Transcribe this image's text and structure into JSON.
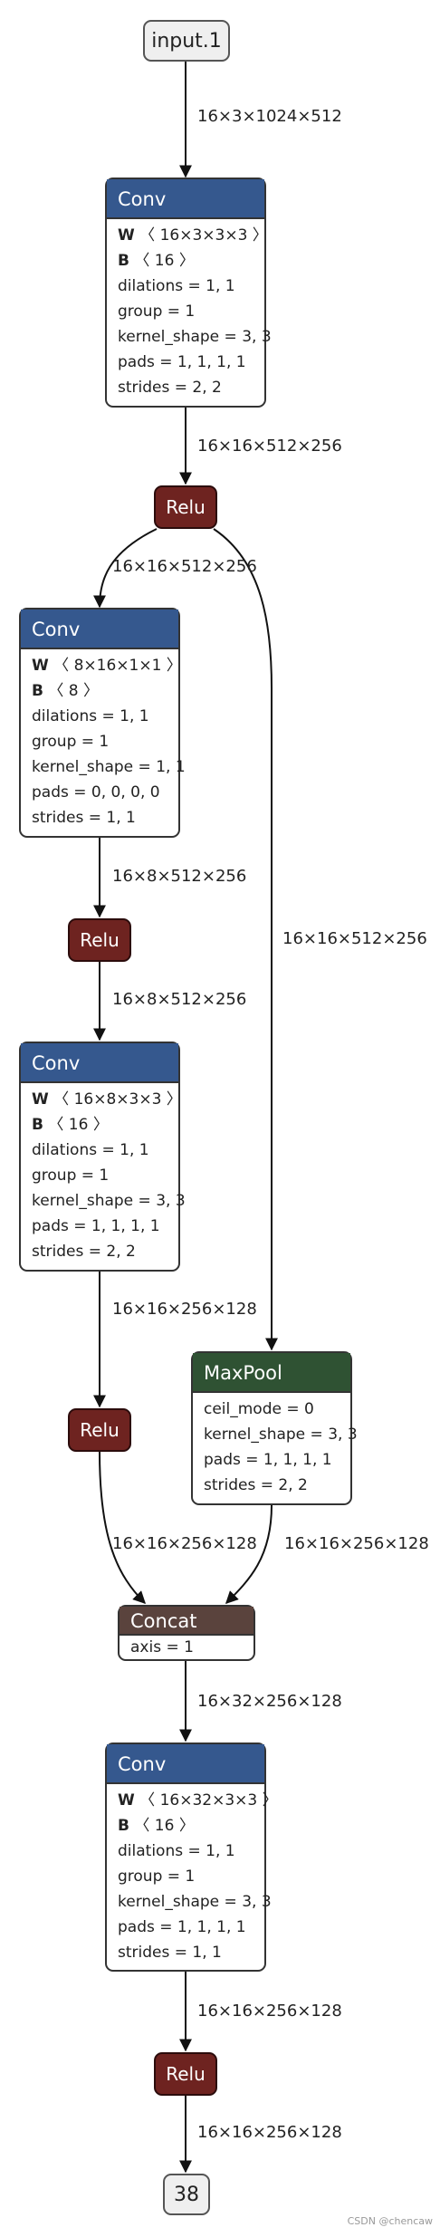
{
  "colors": {
    "conv_header": "#35588e",
    "relu": "#6e2320",
    "maxpool_header": "#2f5233",
    "concat_header": "#5a433d",
    "io_fill": "#efefef",
    "edge": "#111111"
  },
  "nodes": {
    "input": {
      "label": "input.1"
    },
    "conv1": {
      "title": "Conv",
      "w_key": "W",
      "w_val": "〈 16×3×3×3 〉",
      "b_key": "B",
      "b_val": "〈 16 〉",
      "attrs": [
        "dilations = 1, 1",
        "group = 1",
        "kernel_shape = 3, 3",
        "pads = 1, 1, 1, 1",
        "strides = 2, 2"
      ]
    },
    "relu1": {
      "label": "Relu"
    },
    "conv2": {
      "title": "Conv",
      "w_key": "W",
      "w_val": "〈 8×16×1×1 〉",
      "b_key": "B",
      "b_val": "〈 8 〉",
      "attrs": [
        "dilations = 1, 1",
        "group = 1",
        "kernel_shape = 1, 1",
        "pads = 0, 0, 0, 0",
        "strides = 1, 1"
      ]
    },
    "relu2": {
      "label": "Relu"
    },
    "conv3": {
      "title": "Conv",
      "w_key": "W",
      "w_val": "〈 16×8×3×3 〉",
      "b_key": "B",
      "b_val": "〈 16 〉",
      "attrs": [
        "dilations = 1, 1",
        "group = 1",
        "kernel_shape = 3, 3",
        "pads = 1, 1, 1, 1",
        "strides = 2, 2"
      ]
    },
    "relu3": {
      "label": "Relu"
    },
    "maxpool": {
      "title": "MaxPool",
      "attrs": [
        "ceil_mode = 0",
        "kernel_shape = 3, 3",
        "pads = 1, 1, 1, 1",
        "strides = 2, 2"
      ]
    },
    "concat": {
      "title": "Concat",
      "attrs": [
        "axis = 1"
      ]
    },
    "conv4": {
      "title": "Conv",
      "w_key": "W",
      "w_val": "〈 16×32×3×3 〉",
      "b_key": "B",
      "b_val": "〈 16 〉",
      "attrs": [
        "dilations = 1, 1",
        "group = 1",
        "kernel_shape = 3, 3",
        "pads = 1, 1, 1, 1",
        "strides = 1, 1"
      ]
    },
    "relu4": {
      "label": "Relu"
    },
    "output": {
      "label": "38"
    }
  },
  "edges": {
    "input_conv1": "16×3×1024×512",
    "conv1_relu1": "16×16×512×256",
    "relu1_conv2": "16×16×512×256",
    "relu1_maxpool": "16×16×512×256",
    "conv2_relu2": "16×8×512×256",
    "relu2_conv3": "16×8×512×256",
    "conv3_relu3": "16×16×256×128",
    "relu3_concat": "16×16×256×128",
    "maxpool_concat": "16×16×256×128",
    "concat_conv4": "16×32×256×128",
    "conv4_relu4": "16×16×256×128",
    "relu4_output": "16×16×256×128"
  },
  "watermark": "CSDN @chencaw"
}
